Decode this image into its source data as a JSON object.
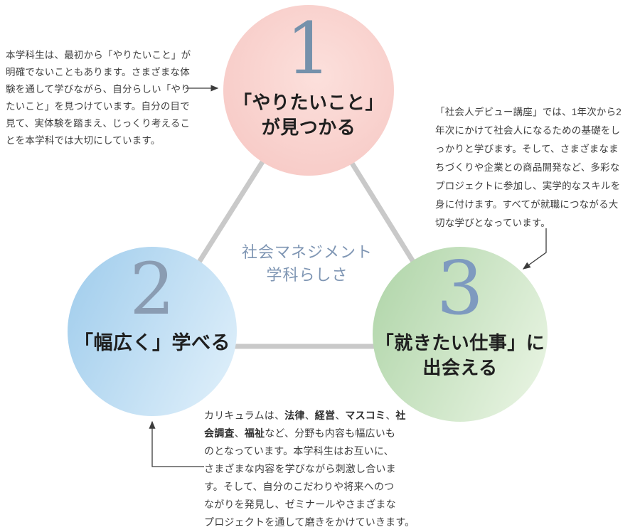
{
  "diagram": {
    "center_label": {
      "lines": [
        "社会マネジメント",
        "学科らしさ"
      ],
      "color": "#7e95b3"
    },
    "connector_color": "#c9c9c9",
    "leader_color": "#3c3c3c",
    "circles": [
      {
        "number": "1",
        "label_lines": [
          "「やりたいこと」",
          "が見つかる"
        ],
        "color_edge": "#f6c5c1",
        "color_light": "#fce0dc",
        "number_color": "#7591ab"
      },
      {
        "number": "2",
        "label_lines": [
          "「幅広く」学べる",
          ""
        ],
        "color_edge": "#9fccec",
        "color_light": "#e2f1fb",
        "number_color": "#8a9cb2"
      },
      {
        "number": "3",
        "label_lines": [
          "「就きたい仕事」に",
          "出会える"
        ],
        "color_edge": "#aed4a7",
        "color_light": "#ecf6e6",
        "number_color": "#7e9abf"
      }
    ]
  },
  "paragraphs": {
    "intro": {
      "lines": [
        [
          {
            "t": "本学科生は、最初から「やりたいこと」が"
          }
        ],
        [
          {
            "t": "明確でないこともあります。さまざまな体"
          }
        ],
        [
          {
            "t": "験を通して学びながら、自分らしい「やり"
          }
        ],
        [
          {
            "t": "たいこと」を見つけています。自分の目で"
          }
        ],
        [
          {
            "t": "見て、実体験を踏まえ、じっくり考えるこ"
          }
        ],
        [
          {
            "t": "とを本学科では大切にしています。"
          }
        ]
      ]
    },
    "debut_course": {
      "lines": [
        [
          {
            "t": "「社会人デビュー講座」では、1年次から2"
          }
        ],
        [
          {
            "t": "年次にかけて社会人になるための基礎をし"
          }
        ],
        [
          {
            "t": "っかりと学びます。そして、さまざまなま"
          }
        ],
        [
          {
            "t": "ちづくりや企業との商品開発など、多彩な"
          }
        ],
        [
          {
            "t": "プロジェクトに参加し、実学的なスキルを"
          }
        ],
        [
          {
            "t": "身に付けます。すべてが就職につながる大"
          }
        ],
        [
          {
            "t": "切な学びとなっています。"
          }
        ]
      ]
    },
    "curriculum": {
      "lines": [
        [
          {
            "t": "カリキュラムは、"
          },
          {
            "t": "法律",
            "b": true
          },
          {
            "t": "、"
          },
          {
            "t": "経営",
            "b": true
          },
          {
            "t": "、"
          },
          {
            "t": "マスコミ",
            "b": true
          },
          {
            "t": "、"
          },
          {
            "t": "社",
            "b": true
          }
        ],
        [
          {
            "t": "会調査",
            "b": true
          },
          {
            "t": "、"
          },
          {
            "t": "福祉",
            "b": true
          },
          {
            "t": "など、分野も内容も幅広いも"
          }
        ],
        [
          {
            "t": "のとなっています。本学科生はお互いに、"
          }
        ],
        [
          {
            "t": "さまざまな内容を学びながら刺激し合いま"
          }
        ],
        [
          {
            "t": "す。そして、自分のこだわりや将来へのつ"
          }
        ],
        [
          {
            "t": "ながりを発見し、ゼミナールやさまざまな"
          }
        ],
        [
          {
            "t": "プロジェクトを通して磨きをかけていきます。"
          }
        ]
      ]
    }
  }
}
